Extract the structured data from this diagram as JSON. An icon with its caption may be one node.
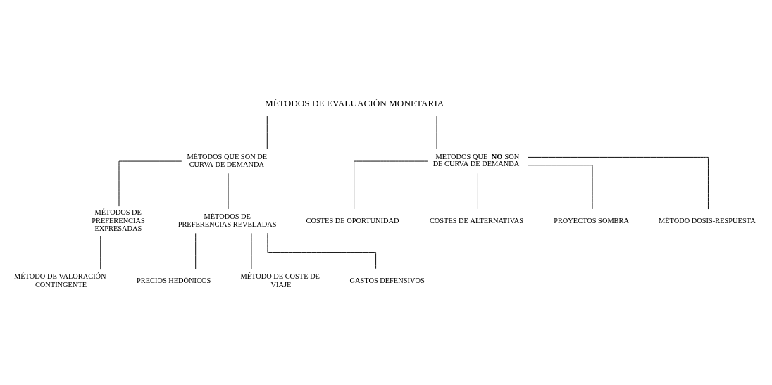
{
  "diagram": {
    "nodes": [
      {
        "text": [
          "MÉTODOS DE EVALUACIÓN MONETARIA"
        ]
      },
      {
        "text": [
          "MÉTODOS QUE SON DE CURVA DE DEMANDA"
        ]
      },
      {
        "text": [
          "MÉTODOS QUE **NO** SON DE CURVA DE DEMANDA"
        ]
      },
      {
        "text": [
          "MÉTODOS DE PREFERENCIAS EXPRESADAS"
        ]
      },
      {
        "text": [
          "MÉTODOS DE PREFERENCIAS REVELADAS"
        ]
      },
      {
        "text": [
          "COSTES DE OPORTUNIDAD"
        ]
      },
      {
        "text": [
          "COSTES DE ALTERNATIVAS"
        ]
      },
      {
        "text": [
          "PROYECTOS SOMBRA"
        ]
      },
      {
        "text": [
          "MÉTODO DOSIS-RESPUESTA"
        ]
      },
      {
        "text": [
          "MÉTODO DE VALORACIÓN CONTINGENTE"
        ]
      },
      {
        "text": [
          "PRECIOS HEDÓNICOS"
        ]
      },
      {
        "text": [
          "MÉTODO DE COSTE DE VIAJE"
        ]
      },
      {
        "text": [
          "GASTOS DEFENSIVOS"
        ]
      }
    ],
    "edges": [
      {
        "from": 0,
        "to": 1,
        "arrow": "none"
      },
      {
        "from": 0,
        "to": 2,
        "arrow": "none"
      },
      {
        "from": 1,
        "to": 3,
        "arrow": "none"
      },
      {
        "from": 1,
        "to": 4,
        "arrow": "none"
      },
      {
        "from": 2,
        "to": 5,
        "arrow": "none"
      },
      {
        "from": 2,
        "to": 6,
        "arrow": "none"
      },
      {
        "from": 2,
        "to": 7,
        "arrow": "none"
      },
      {
        "from": 2,
        "to": 8,
        "arrow": "none"
      },
      {
        "from": 3,
        "to": 9,
        "arrow": "none"
      },
      {
        "from": 4,
        "to": 10,
        "arrow": "none"
      },
      {
        "from": 4,
        "to": 11,
        "arrow": "none"
      },
      {
        "from": 4,
        "to": 12,
        "arrow": "none"
      }
    ]
  }
}
